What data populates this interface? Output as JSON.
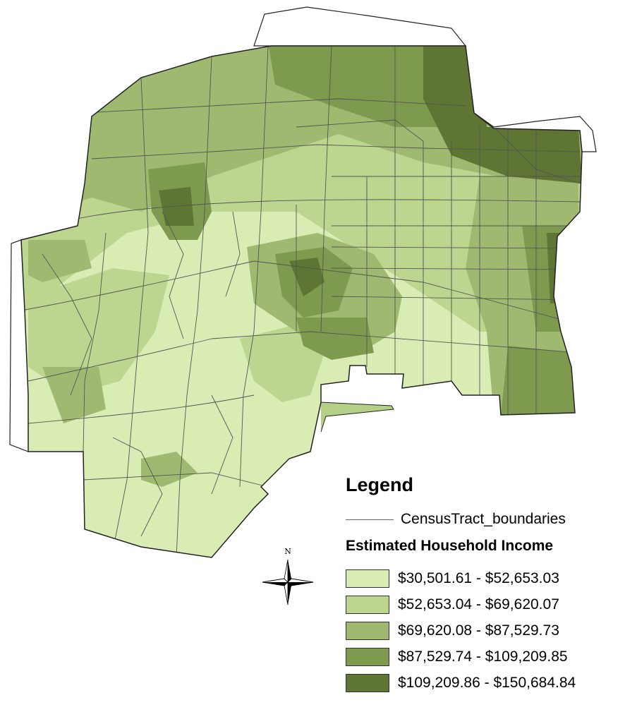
{
  "legend": {
    "title": "Legend",
    "boundary_label": "CensusTract_boundaries",
    "layer_title": "Estimated Household Income",
    "classes": [
      {
        "label": "$30,501.61 - $52,653.03",
        "color": "#d9ecb4"
      },
      {
        "label": "$52,653.04 - $69,620.07",
        "color": "#bdd68f"
      },
      {
        "label": "$69,620.08 - $87,529.73",
        "color": "#9fba70"
      },
      {
        "label": "$87,529.74 - $109,209.85",
        "color": "#7e9a4e"
      },
      {
        "label": "$109,209.86 - $150,684.84",
        "color": "#5e7533"
      }
    ]
  },
  "north_arrow": {
    "label": "N"
  },
  "colors": {
    "boundary": "#555555",
    "outline": "#222222"
  }
}
